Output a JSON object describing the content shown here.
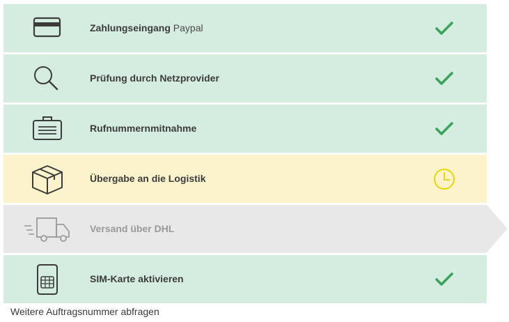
{
  "steps": [
    {
      "title": "Zahlungseingang",
      "subtitle": "Paypal",
      "status": "done",
      "icon": "credit-card-icon"
    },
    {
      "title": "Prüfung durch Netzprovider",
      "subtitle": "",
      "status": "done",
      "icon": "magnifier-icon"
    },
    {
      "title": "Rufnummernmitnahme",
      "subtitle": "",
      "status": "done",
      "icon": "briefcase-icon"
    },
    {
      "title": "Übergabe an die Logistik",
      "subtitle": "",
      "status": "in-progress",
      "icon": "package-box-icon"
    },
    {
      "title": "Versand über DHL",
      "subtitle": "",
      "status": "pending",
      "icon": "delivery-truck-icon"
    },
    {
      "title": "SIM-Karte aktivieren",
      "subtitle": "",
      "status": "done",
      "icon": "sim-card-icon"
    }
  ],
  "colors": {
    "done_bg": "#d5ede0",
    "active_bg": "#fcf3cc",
    "pending_bg": "#e8e8e8",
    "check": "#3aa35a",
    "clock": "#e8d800"
  },
  "footer": {
    "link_label": "Weitere Auftragsnummer abfragen"
  }
}
